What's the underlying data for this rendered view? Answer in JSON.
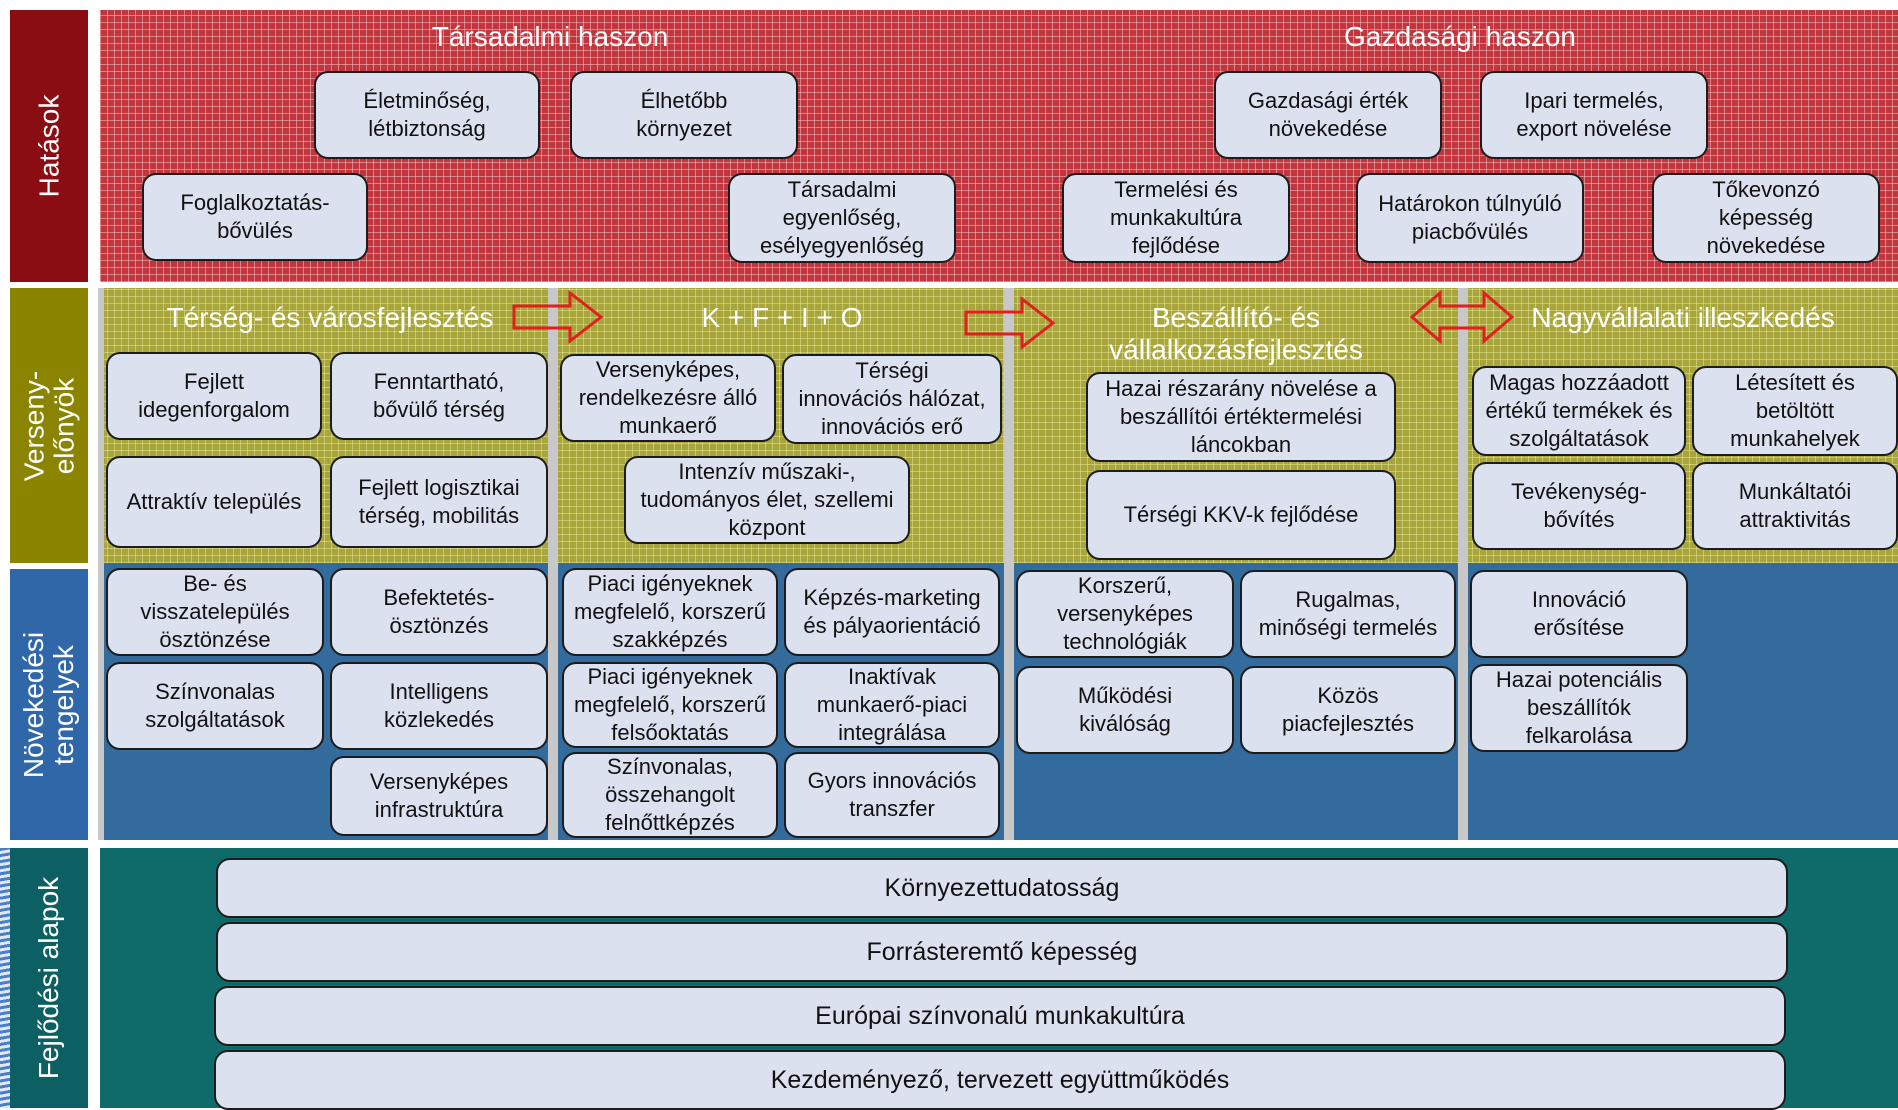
{
  "top_title_fragment": "",
  "side_labels": {
    "impacts": "Hatások",
    "advantages": "Verseny-\nelőnyök",
    "growth": "Növekedési\ntengelyek",
    "foundations": "Fejlődési alapok"
  },
  "impacts": {
    "social_header": "Társadalmi haszon",
    "economic_header": "Gazdasági haszon",
    "boxes": [
      "Életminőség,\nlétbiztonság",
      "Élhetőbb\nkörnyezet",
      "Foglalkoztatás-\nbővülés",
      "Társadalmi\negyenlőség,\nesélyegyenlőség",
      "Gazdasági érték\nnövekedése",
      "Ipari termelés,\nexport növelése",
      "Termelési és\nmunkakultúra\nfejlődése",
      "Határokon túlnyúló\npiacbővülés",
      "Tőkevonzó\nképesség\nnövekedése"
    ]
  },
  "columns": {
    "headers": [
      "Térség- és városfejlesztés",
      "K + F + I + O",
      "Beszállító- és\nvállalkozásfejlesztés",
      "Nagyvállalati illeszkedés"
    ]
  },
  "advantages": {
    "boxes": [
      "Fejlett\nidegenforgalom",
      "Fenntartható,\nbővülő térség",
      "Attraktív település",
      "Fejlett logisztikai\ntérség, mobilitás",
      "Versenyképes,\nrendelkezésre álló\nmunkaerő",
      "Térségi\ninnovációs hálózat,\ninnovációs erő",
      "Intenzív műszaki-,\ntudományos élet, szellemi\nközpont",
      "Hazai részarány növelése a\nbeszállítói értéktermelési\nláncokban",
      "Térségi KKV-k fejlődése",
      "Magas hozzáadott\nértékű termékek és\nszolgáltatások",
      "Létesített és\nbetöltött\nmunkahelyek",
      "Tevékenység-\nbővítés",
      "Munkáltatói\nattraktivitás"
    ]
  },
  "growth": {
    "boxes": [
      "Be- és\nvisszatelepülés\nösztönzése",
      "Befektetés-\nösztönzés",
      "Színvonalas\nszolgáltatások",
      "Intelligens\nközlekedés",
      "Versenyképes\ninfrastruktúra",
      "Piaci igényeknek\nmegfelelő, korszerű\nszakképzés",
      "Képzés-marketing\nés pályaorientáció",
      "Piaci igényeknek\nmegfelelő, korszerű\nfelsőoktatás",
      "Inaktívak\nmunkaerő-piaci\nintegrálása",
      "Színvonalas,\nösszehangolt\nfelnőttképzés",
      "Gyors innovációs\ntranszfer",
      "Korszerű,\nversenyképes\ntechnológiák",
      "Rugalmas,\nminőségi termelés",
      "Működési\nkiválóság",
      "Közös\npiacfejlesztés",
      "Innováció\nerősítése",
      "Hazai potenciális\nbeszállítók\nfelkarolása"
    ]
  },
  "foundations": {
    "bars": [
      "Környezettudatosság",
      "Forrásteremtő képesség",
      "Európai színvonalú munkakultúra",
      "Kezdeményező, tervezett együttműködés"
    ]
  },
  "colors": {
    "impacts": "#c1363e",
    "advantages": "#a7a53c",
    "growth": "#336b9c",
    "foundations": "#0f6a6a",
    "side_impacts": "#8b0d14",
    "side_advantages": "#8a8400",
    "side_growth": "#2f67a8",
    "side_foundations": "#0c5f63",
    "box_fill": "#dbe1ef",
    "arrow": "#e02020"
  }
}
